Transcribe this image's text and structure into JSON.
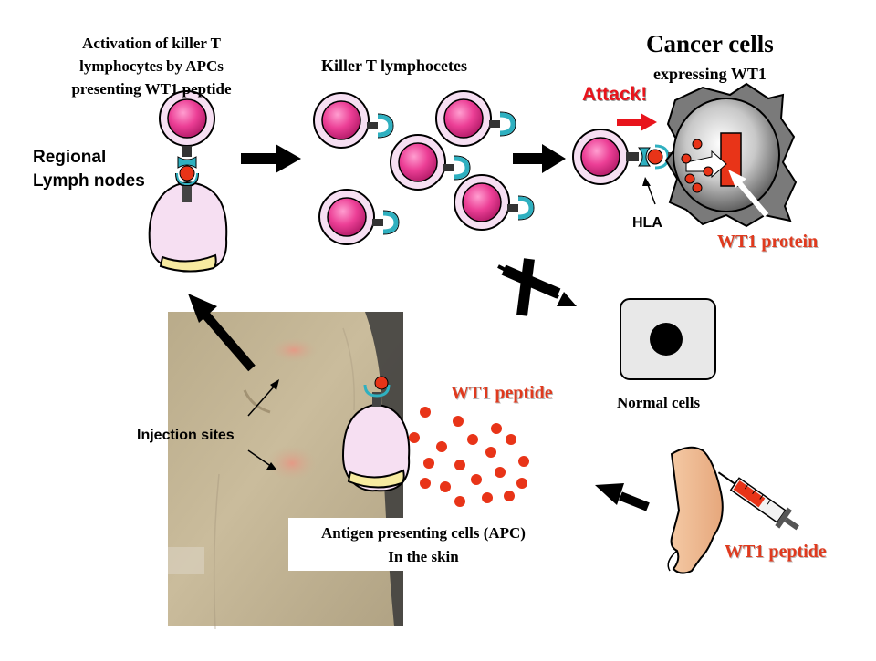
{
  "labels": {
    "activation_line1": "Activation of killer T",
    "activation_line2": "lymphocytes by APCs",
    "activation_line3": "presenting WT1 peptide",
    "killer_t": "Killer T lymphocetes",
    "cancer_title": "Cancer cells",
    "cancer_sub": "expressing WT1",
    "attack": "Attack!",
    "regional_line1": "Regional",
    "regional_line2": "Lymph nodes",
    "hla": "HLA",
    "wt1_protein": "WT1 protein",
    "normal_cells": "Normal cells",
    "wt1_peptide_skin": "WT1 peptide",
    "injection_sites": "Injection sites",
    "apc_line1": "Antigen presenting cells (APC)",
    "apc_line2": "In the skin",
    "wt1_peptide_arm": "WT1 peptide"
  },
  "colors": {
    "nucleus_pink": "#ec3f96",
    "cell_body": "#f6dff2",
    "receptor_teal": "#2fb0c0",
    "peptide_red": "#e83418",
    "skin_tone": "#c5b595",
    "accent_red": "#e03a1e"
  }
}
